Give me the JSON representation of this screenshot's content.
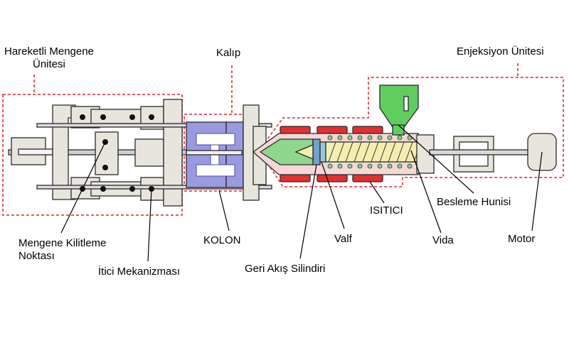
{
  "labels": {
    "moving_clamp_unit": [
      "Hareketli Mengene",
      "Ünitesi"
    ],
    "mold": "Kalıp",
    "injection_unit": "Enjeksiyon Ünitesi",
    "clamp_lock_points": [
      "Mengene Kilitleme",
      "Noktası"
    ],
    "ejector_mechanism": "İtici Mekanizması",
    "column": "KOLON",
    "check_ring": "Geri Akış Silindiri",
    "valve": "Valf",
    "heater": "ISITICI",
    "screw": "Vida",
    "feed_hopper": "Besleme Hunisi",
    "motor": "Motor"
  },
  "colors": {
    "frame": "#e8e5dc",
    "outline": "#2a2a2a",
    "mold": "#9a9ae0",
    "heater": "#e03030",
    "barrel": "#f4d7d7",
    "nozzle": "#8fd68f",
    "hopper": "#5fce5f",
    "screw": "#f2eeb0",
    "dashed_box": "#e8434a"
  }
}
